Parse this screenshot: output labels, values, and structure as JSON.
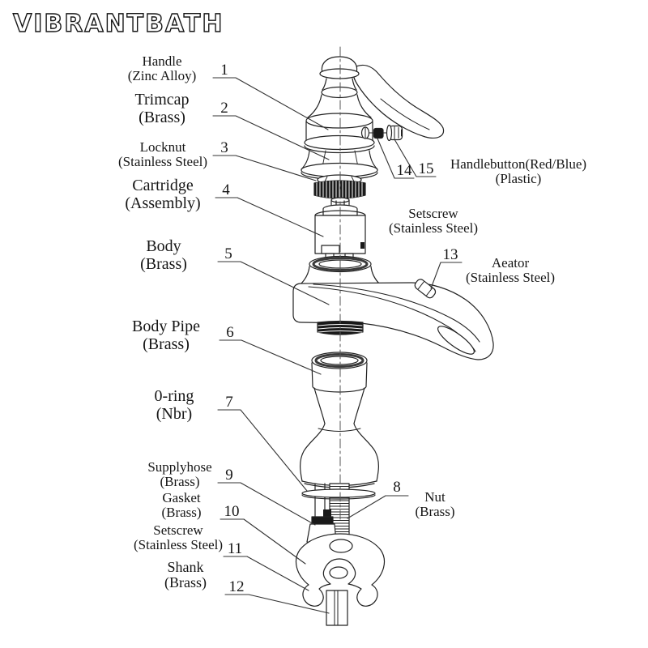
{
  "logo": {
    "text": "VIBRANTBATH"
  },
  "colors": {
    "ink": "#222222",
    "paper": "#ffffff",
    "solid_fill": "#191919"
  },
  "labels": [
    {
      "id": "handle",
      "line1": "Handle",
      "line2": "(Zinc Alloy)"
    },
    {
      "id": "trimcap",
      "line1": "Trimcap",
      "line2": "(Brass)"
    },
    {
      "id": "locknut",
      "line1": "Locknut",
      "line2": "(Stainless Steel)"
    },
    {
      "id": "cartridge",
      "line1": "Cartridge",
      "line2": "(Assembly)"
    },
    {
      "id": "body",
      "line1": "Body",
      "line2": "(Brass)"
    },
    {
      "id": "body-pipe",
      "line1": "Body Pipe",
      "line2": "(Brass)"
    },
    {
      "id": "o-ring",
      "line1": "0-ring",
      "line2": "(Nbr)"
    },
    {
      "id": "supplyhose",
      "line1": "Supplyhose",
      "line2": "(Brass)"
    },
    {
      "id": "gasket",
      "line1": "Gasket",
      "line2": "(Brass)"
    },
    {
      "id": "setscrew-left",
      "line1": "Setscrew",
      "line2": "(Stainless Steel)"
    },
    {
      "id": "shank",
      "line1": "Shank",
      "line2": "(Brass)"
    },
    {
      "id": "handlebutton",
      "line1": "Handlebutton(Red/Blue)",
      "line2": "(Plastic)"
    },
    {
      "id": "setscrew-right",
      "line1": "Setscrew",
      "line2": "(Stainless Steel)"
    },
    {
      "id": "aeator",
      "line1": "Aeator",
      "line2": "(Stainless Steel)"
    },
    {
      "id": "nut",
      "line1": "Nut",
      "line2": "(Brass)"
    }
  ],
  "numbers": {
    "n1": "1",
    "n2": "2",
    "n3": "3",
    "n4": "4",
    "n5": "5",
    "n6": "6",
    "n7": "7",
    "n8": "8",
    "n9": "9",
    "n10": "10",
    "n11": "11",
    "n12": "12",
    "n13": "13",
    "n14": "14",
    "n15": "15"
  }
}
